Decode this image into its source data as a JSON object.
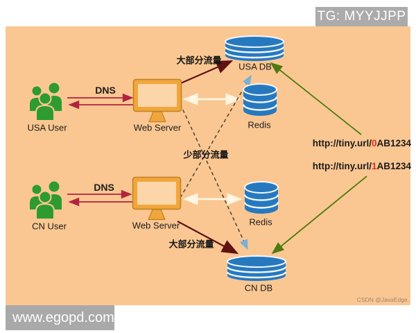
{
  "badge": {
    "text": "TG: MYYJJPP"
  },
  "watermarks": {
    "bottom_left": "www.egopd.com",
    "bottom_right": "CSDN @JavaEdge."
  },
  "nodes": {
    "usa_user": {
      "label": "USA User"
    },
    "cn_user": {
      "label": "CN User"
    },
    "web_server_top": {
      "label": "Web Server"
    },
    "web_server_bottom": {
      "label": "Web Server"
    },
    "usa_db": {
      "label": "USA DB"
    },
    "cn_db": {
      "label": "CN DB"
    },
    "redis_top": {
      "label": "Redis"
    },
    "redis_bottom": {
      "label": "Redis"
    }
  },
  "edges": {
    "dns_top": {
      "label": "DNS"
    },
    "dns_bottom": {
      "label": "DNS"
    },
    "major_traffic_top": {
      "label": "大部分流量"
    },
    "major_traffic_bottom": {
      "label": "大部分流量"
    },
    "minor_traffic": {
      "label": "少部分流量"
    }
  },
  "urls": {
    "usa": {
      "prefix": "http://tiny.url/",
      "digit": "0",
      "suffix": "AB1234"
    },
    "cn": {
      "prefix": "http://tiny.url/",
      "digit": "1",
      "suffix": "AB1234"
    }
  },
  "colors": {
    "panel_bg": "#FAC792",
    "db_blue": "#2779BF",
    "user_green": "#2E9B30",
    "monitor_orange": "#F1A63D",
    "dns_arrow_red": "#B3223E",
    "major_traffic_maroon": "#5E1212",
    "dashed_line": "#4A4433",
    "dashed_arrowhead_blue": "#76B1D8",
    "url_arrow_green": "#4E7A12",
    "white_arrow": "#FFF6E3",
    "badge_gray": "#ABABAB",
    "url_digit_red": "#E0301E"
  }
}
